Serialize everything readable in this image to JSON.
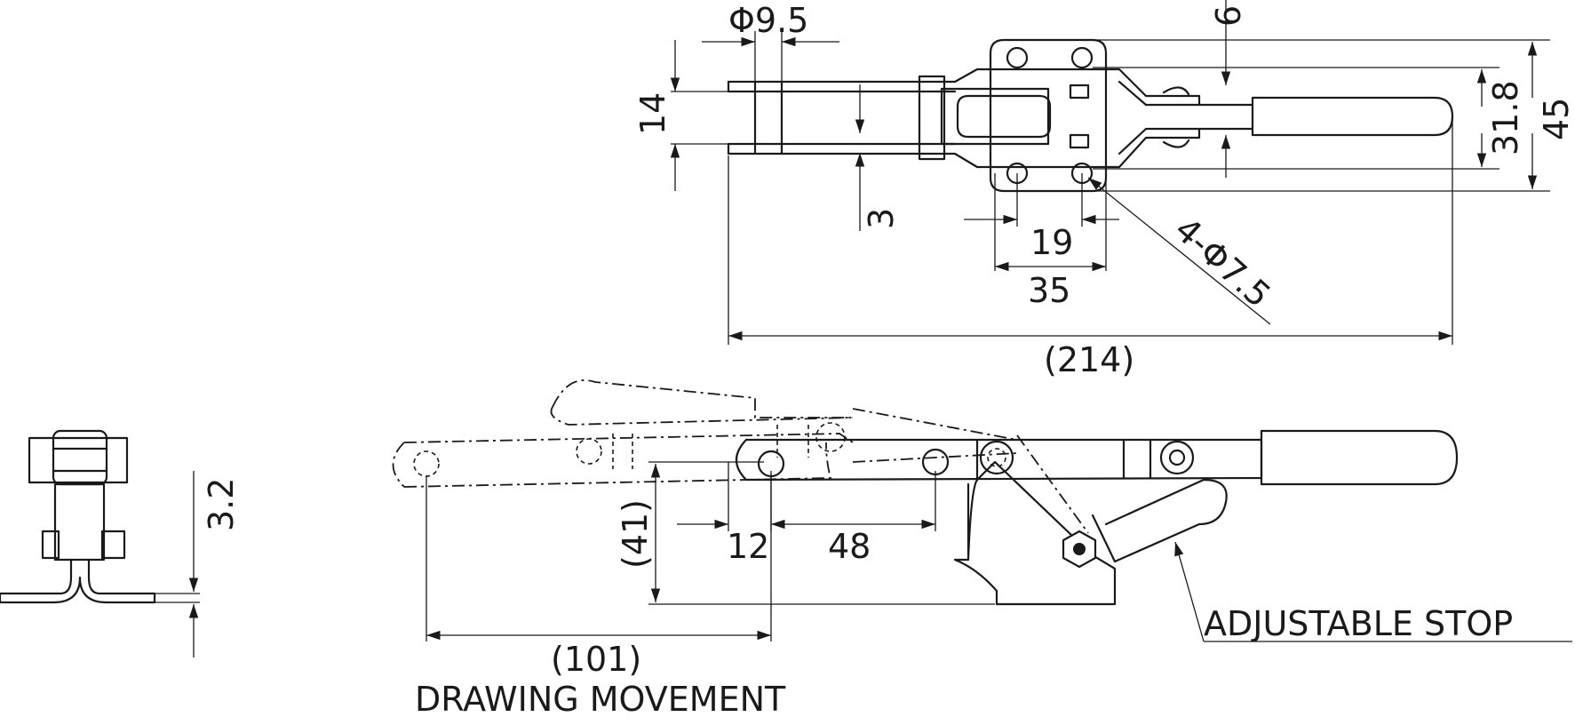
{
  "dimensions": {
    "pin_diameter": "Φ9.5",
    "arm_width": "14",
    "arm_thickness": "3",
    "top_offset": "6",
    "hole_pitch_inner": "31.8",
    "base_width": "45",
    "hole_spacing": "19",
    "base_length": "35",
    "mount_holes": "4-Φ7.5",
    "overall_length": "(214)",
    "plate_thickness": "3.2",
    "pivot_to_edge": "12",
    "link_length": "48",
    "height": "(41)",
    "stroke": "(101)"
  },
  "labels": {
    "adjustable_stop": "ADJUSTABLE STOP",
    "drawing_movement": "DRAWING MOVEMENT"
  }
}
